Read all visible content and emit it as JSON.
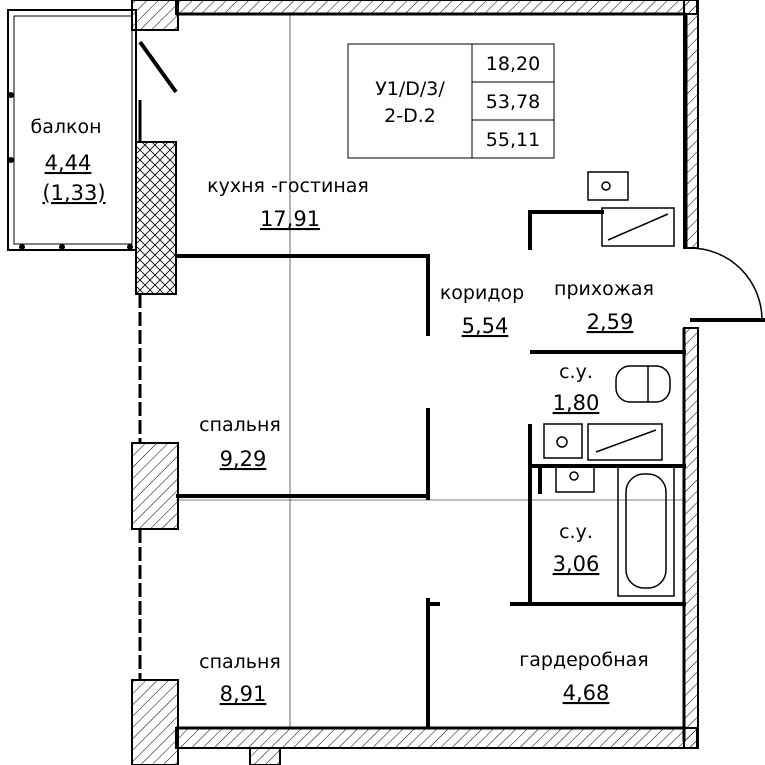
{
  "apartment_info": {
    "code_line1": "У1/D/3/",
    "code_line2": "2-D.2",
    "values": [
      "18,20",
      "53,78",
      "55,11"
    ]
  },
  "rooms": {
    "balcony": {
      "name": "балкон",
      "area": "4,44",
      "area_reduced": "(1,33)"
    },
    "kitchen": {
      "name": "кухня -гостиная",
      "area": "17,91"
    },
    "corridor": {
      "name": "коридор",
      "area": "5,54"
    },
    "hallway": {
      "name": "прихожая",
      "area": "2,59"
    },
    "bathroom1": {
      "name": "с.у.",
      "area": "1,80"
    },
    "bedroom1": {
      "name": "спальня",
      "area": "9,29"
    },
    "bathroom2": {
      "name": "с.у.",
      "area": "3,06"
    },
    "bedroom2": {
      "name": "спальня",
      "area": "8,91"
    },
    "wardrobe": {
      "name": "гардеробная",
      "area": "4,68"
    }
  }
}
